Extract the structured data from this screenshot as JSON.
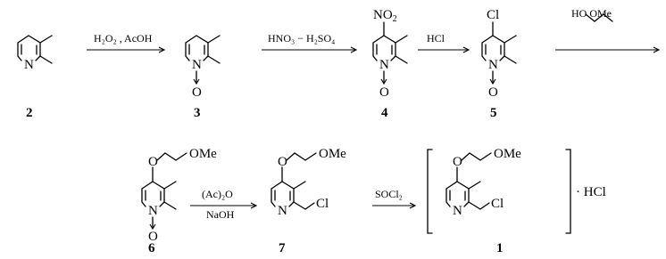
{
  "scheme": {
    "compounds": [
      {
        "id": "2",
        "label": "2"
      },
      {
        "id": "3",
        "label": "3"
      },
      {
        "id": "4",
        "label": "4"
      },
      {
        "id": "5",
        "label": "5"
      },
      {
        "id": "6",
        "label": "6"
      },
      {
        "id": "7",
        "label": "7"
      },
      {
        "id": "1",
        "label": "1"
      }
    ],
    "atoms": {
      "N": "N",
      "O": "O",
      "NO2": "NO",
      "NO2_sub": "2",
      "Cl": "Cl",
      "OMe": "OMe",
      "HO": "HO",
      "dot_hcl": "· HCl",
      "bracket_left": "[",
      "bracket_right": "]"
    },
    "reagents": [
      {
        "step": "2-3",
        "top": "H₂O₂ , AcOH",
        "bottom": ""
      },
      {
        "step": "3-4",
        "top": "HNO₃ − H₂SO₄",
        "bottom": ""
      },
      {
        "step": "4-5",
        "top": "HCl",
        "bottom": ""
      },
      {
        "step": "5-6",
        "top": "HO   OMe",
        "bottom": ""
      },
      {
        "step": "6-7",
        "top": "(Ac)₂O",
        "bottom": "NaOH"
      },
      {
        "step": "7-1",
        "top": "SOCl₂",
        "bottom": ""
      }
    ]
  }
}
